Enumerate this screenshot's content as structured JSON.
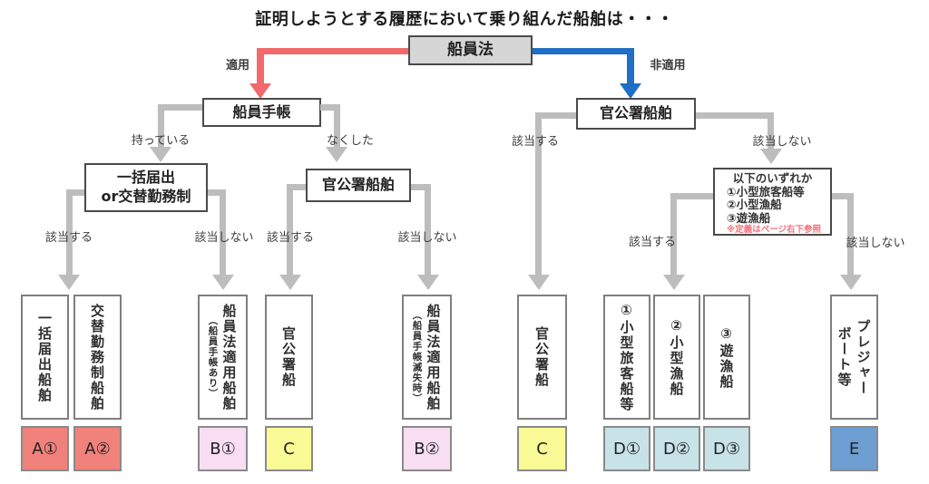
{
  "title": "証明しようとする履歴において乗り組んだ船舶は・・・",
  "colors": {
    "apply_arrow": "#F2696B",
    "not_apply_arrow": "#1E6FC5",
    "connector": "#BDBDBD",
    "box_a": "#F0827B",
    "box_b": "#F7DEF3",
    "box_c": "#FAFA96",
    "box_d": "#C8E3E8",
    "box_e": "#6E9FD3"
  },
  "root": {
    "label": "船員法"
  },
  "branch_labels": {
    "apply": "適用",
    "not_apply": "非適用",
    "have": "持っている",
    "lost": "なくした",
    "match": "該当する",
    "not_match": "該当しない"
  },
  "nodes": {
    "seamans_book": "船員手帳",
    "batch_line1": "一括届出",
    "batch_line2": "or交替勤務制",
    "gov_office_left": "官公署船舶",
    "gov_office_right": "官公署船舶",
    "either": {
      "line1": "以下のいずれか",
      "line2": "①小型旅客船等",
      "line3": "②小型漁船",
      "line4": "③遊漁船",
      "note": "※定義はページ右下参照"
    }
  },
  "columns": [
    {
      "main": "一括届出船舶",
      "code": "A①",
      "color": "#F0827B"
    },
    {
      "main": "交替勤務制船舶",
      "code": "A②",
      "color": "#F0827B"
    },
    {
      "main": "船員法適用船舶",
      "sub": "（船員手帳あり）",
      "code": "B①",
      "color": "#F7DEF3"
    },
    {
      "main": "官公署船",
      "code": "C",
      "color": "#FAFA96"
    },
    {
      "main": "船員法適用船舶",
      "sub": "（船員手帳滅失時）",
      "code": "B②",
      "color": "#F7DEF3"
    },
    {
      "main": "官公署船",
      "code": "C",
      "color": "#FAFA96"
    },
    {
      "main": "①小型旅客船等",
      "code": "D①",
      "color": "#C8E3E8"
    },
    {
      "main": "②小型漁船",
      "code": "D②",
      "color": "#C8E3E8"
    },
    {
      "main": "③遊漁船",
      "code": "D③",
      "color": "#C8E3E8"
    },
    {
      "main": "プレジャー",
      "sub2": "ボート等",
      "code": "E",
      "color": "#6E9FD3"
    }
  ]
}
